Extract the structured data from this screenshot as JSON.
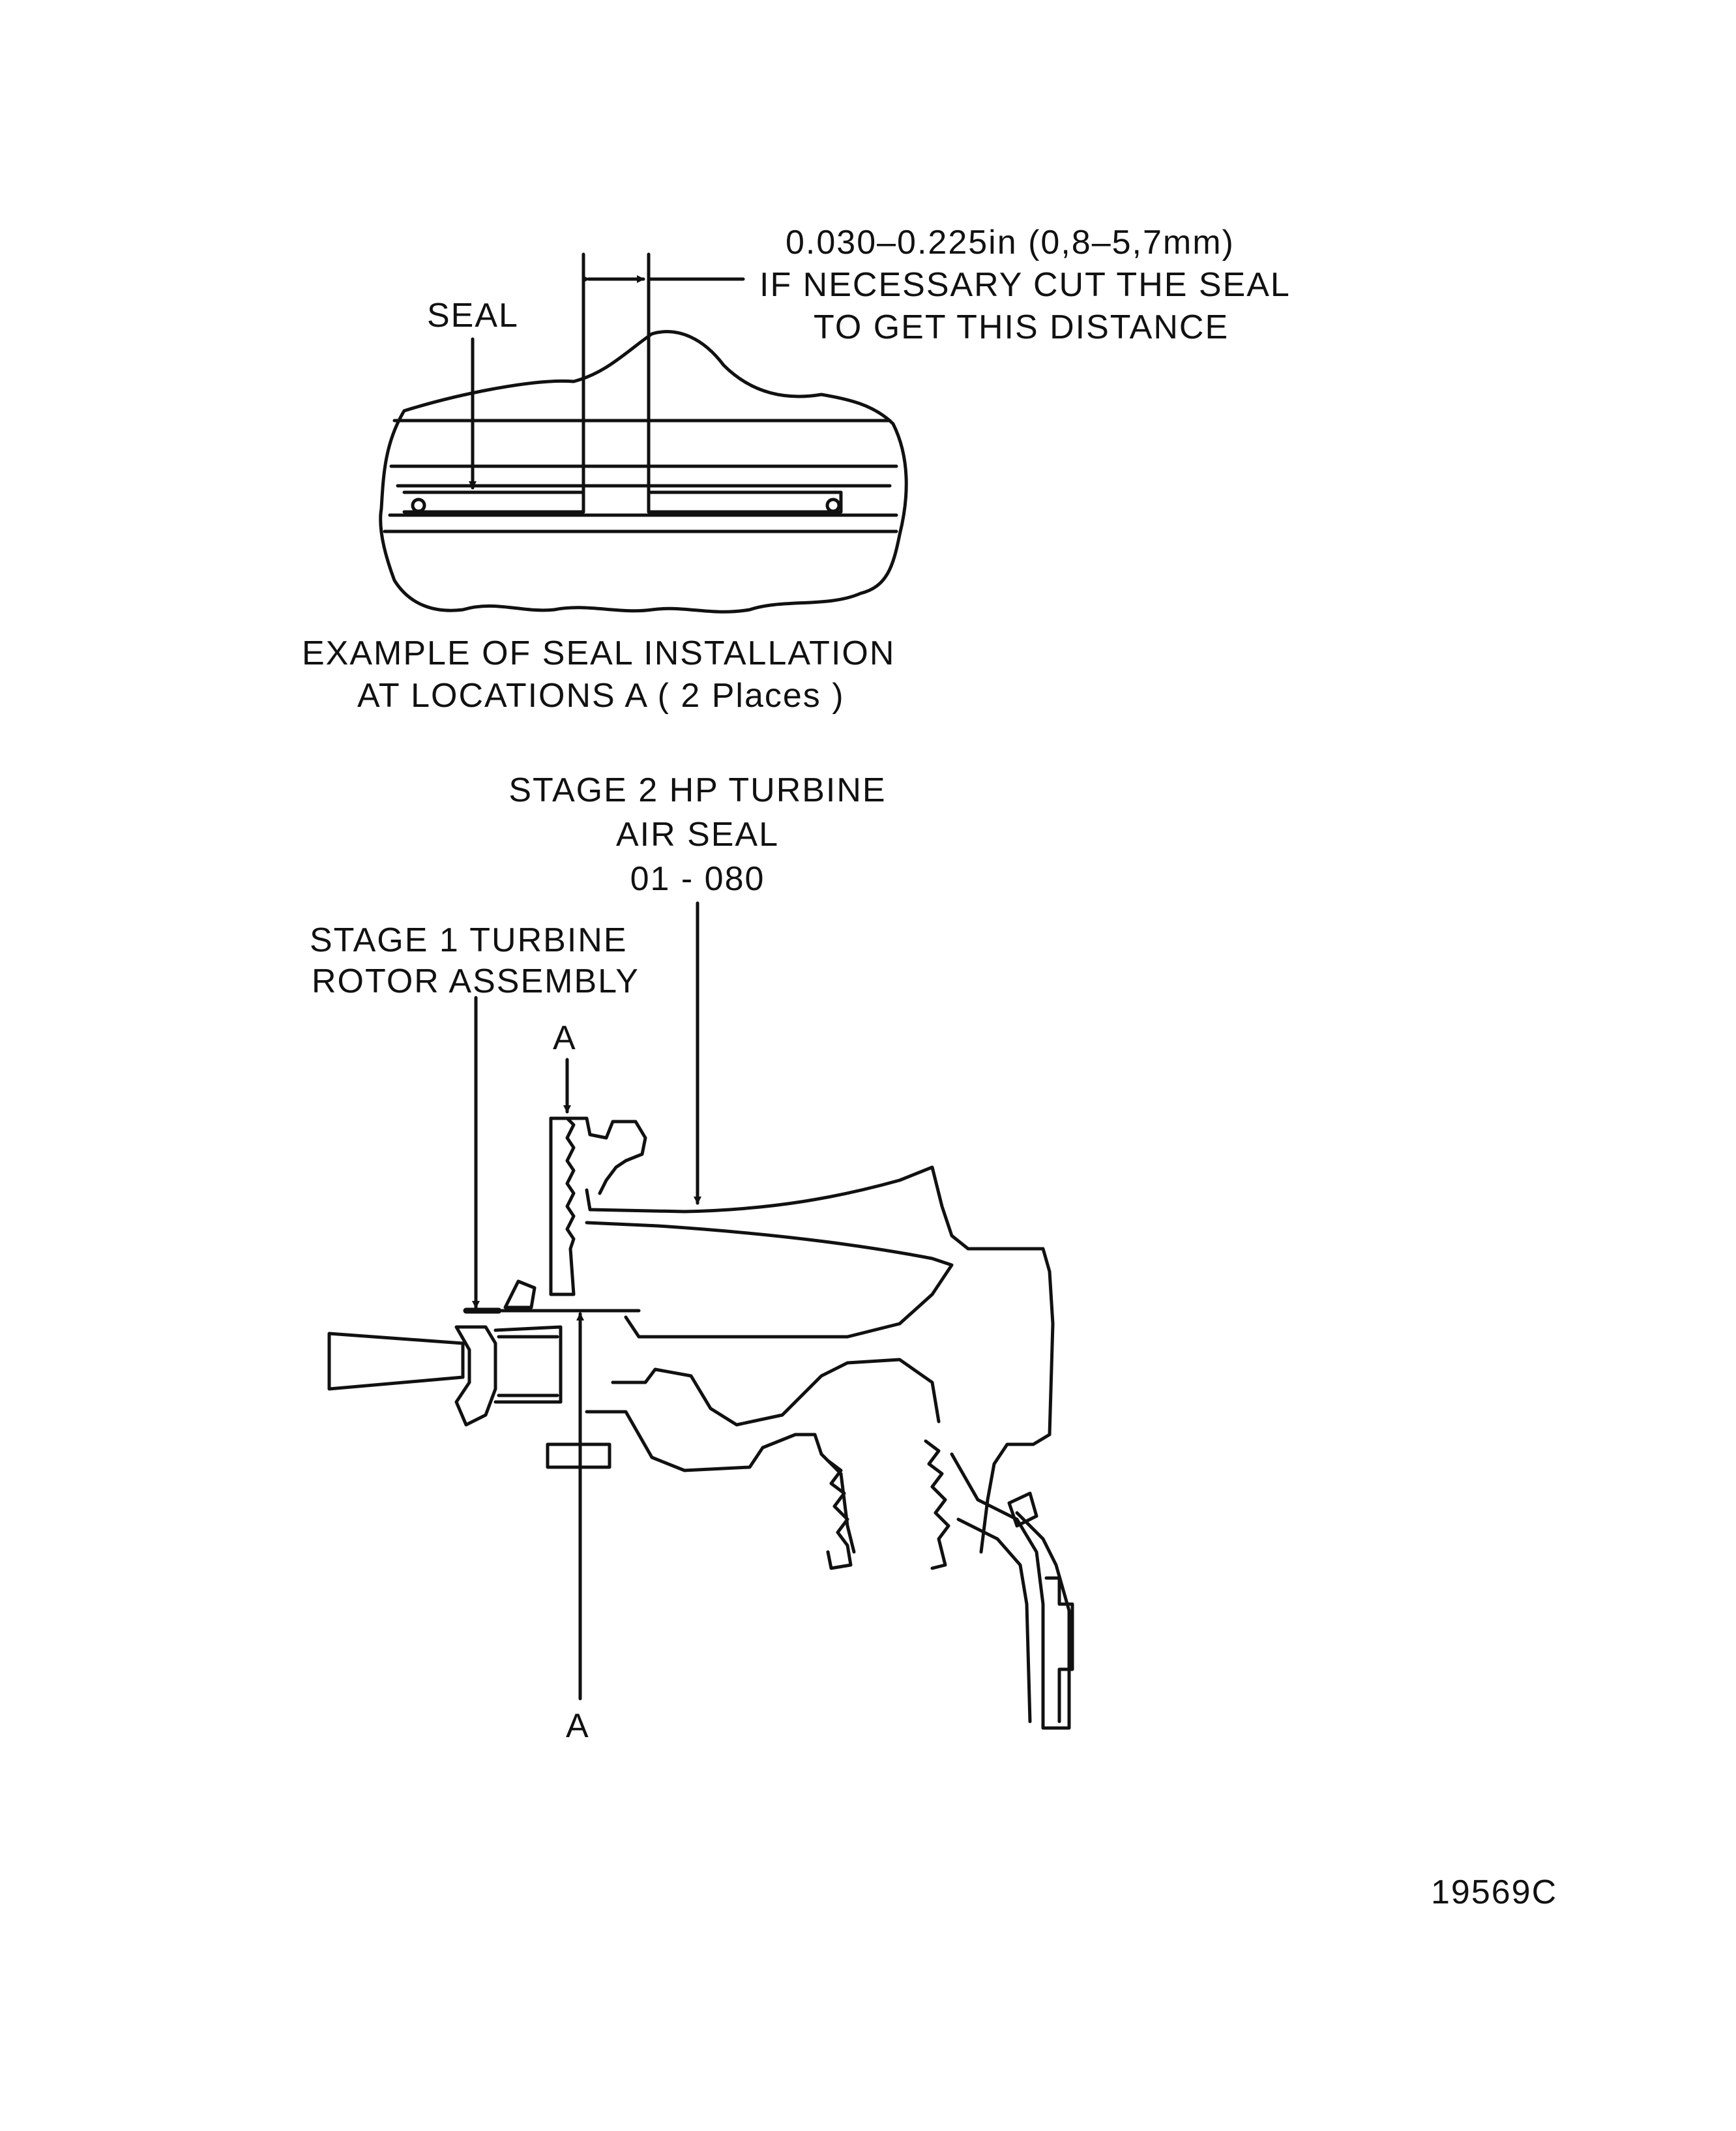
{
  "detail": {
    "seal_label": "SEAL",
    "dimension": "0.030–0.225in (0,8–5,7mm)",
    "note_line1": "IF NECESSARY CUT THE SEAL",
    "note_line2": "TO GET THIS DISTANCE",
    "caption_line1": "EXAMPLE OF SEAL INSTALLATION",
    "caption_line2": "AT LOCATIONS A ( 2 Places )"
  },
  "main": {
    "air_seal_line1": "STAGE 2 HP TURBINE",
    "air_seal_line2": "AIR SEAL",
    "air_seal_line3": "01 - 080",
    "rotor_line1": "STAGE 1 TURBINE",
    "rotor_line2": "ROTOR ASSEMBLY",
    "location_top": "A",
    "location_bottom": "A"
  },
  "figure_number": "19569C",
  "colors": {
    "ink": "#111111",
    "paper": "#ffffff"
  }
}
